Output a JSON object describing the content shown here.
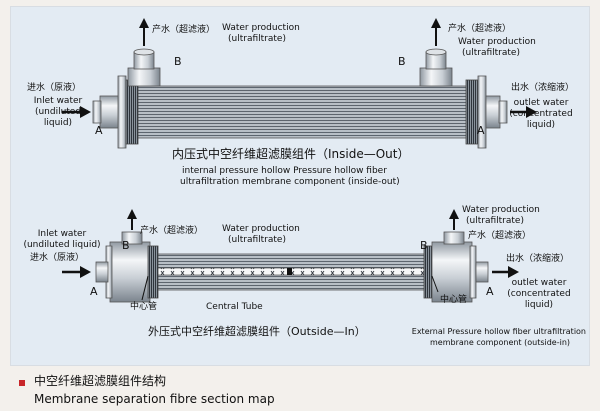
{
  "inside_out": {
    "inlet_cn": "进水（原液）",
    "inlet_en": [
      "Inlet water",
      "(undiluted",
      "liquid)"
    ],
    "production_cn": "产水（超滤液）",
    "production_en": [
      "Water production",
      "(ultrafiltrate)"
    ],
    "production_right_cn": "产水（超滤液）",
    "production_right_en": [
      "Water production",
      "(ultrafiltrate)"
    ],
    "outlet_cn": "出水（浓缩液）",
    "outlet_en": [
      "outlet water",
      "(concentrated",
      "liquid)"
    ],
    "label_A": "A",
    "label_B": "B",
    "caption_cn": "内压式中空纤维超滤膜组件（Inside—Out）",
    "caption_en": [
      "internal pressure hollow Pressure hollow fiber",
      "ultrafiltration membrane component (inside-out)"
    ]
  },
  "outside_in": {
    "inlet_en": [
      "Inlet water",
      "(undiluted liquid)"
    ],
    "inlet_cn": "进水（原液）",
    "production_cn": "产水（超滤液）",
    "production_en": [
      "Water production",
      "(ultrafiltrate)"
    ],
    "production_right_en": [
      "Water production",
      "(ultrafiltrate)"
    ],
    "production_right_cn": "产水（超滤液）",
    "outlet_cn": "出水（浓缩液）",
    "outlet_en": [
      "outlet water",
      "(concentrated",
      "liquid)"
    ],
    "center_tube_cn": "中心管",
    "center_tube_en": "Central Tube",
    "center_tube_right_cn": "中心管",
    "label_A": "A",
    "label_B": "B",
    "caption_cn": "外压式中空纤维超滤膜组件（Outside—In）",
    "caption_en": [
      "External Pressure hollow fiber ultrafiltration",
      "membrane component (outside-in)"
    ]
  },
  "footer": {
    "title_cn": "中空纤维超滤膜组件结构",
    "title_en": "Membrane separation fibre section map"
  },
  "colors": {
    "panel": "#e3ebf3",
    "bullet": "#c8262a",
    "metal_light": "#eef0f2",
    "metal_dark": "#9aa3ac",
    "fiber_dark": "#3a4048"
  }
}
